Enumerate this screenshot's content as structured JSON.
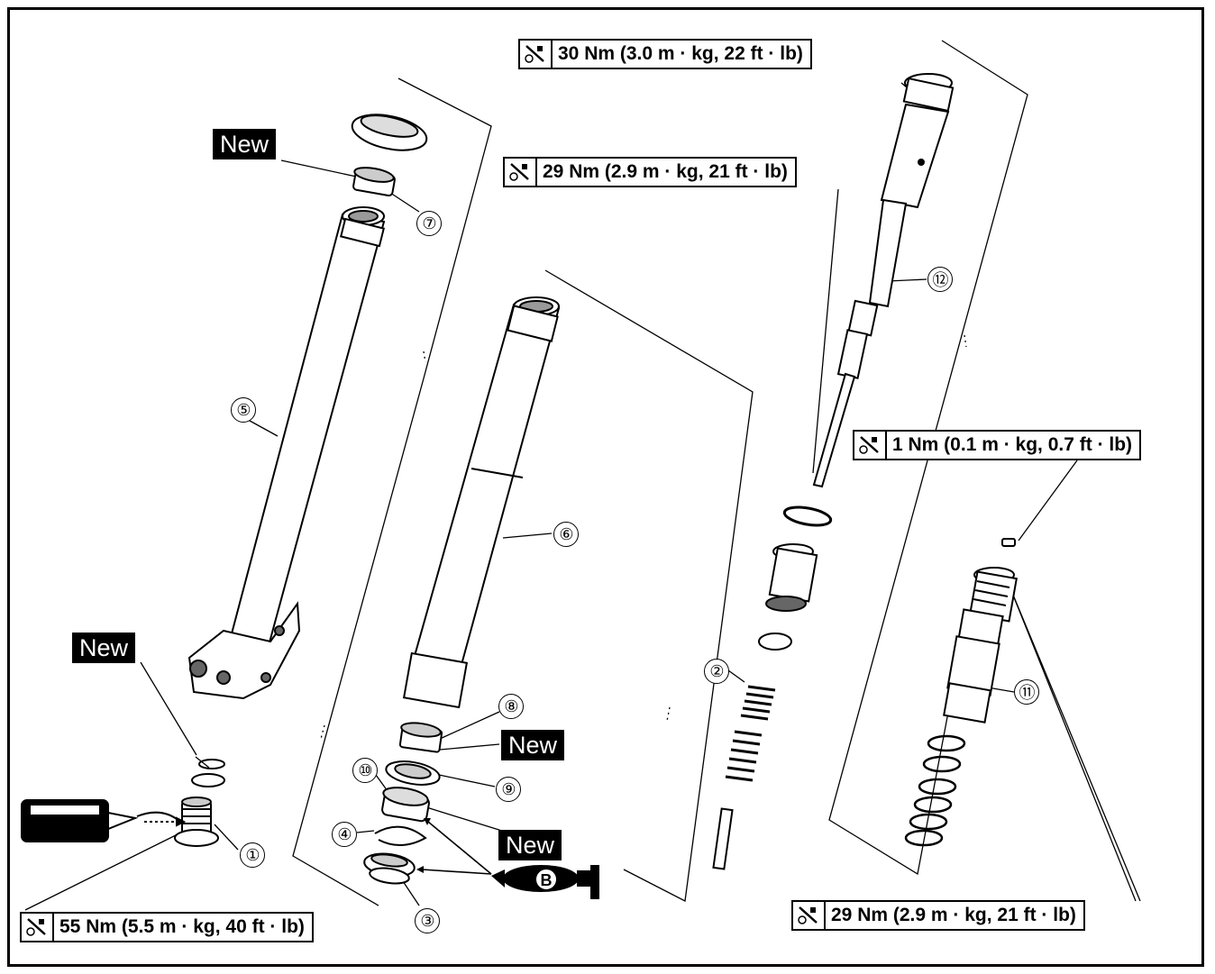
{
  "torque_specs": [
    {
      "id": "t1",
      "value": "30 Nm (3.0 m · kg, 22 ft · lb)"
    },
    {
      "id": "t2",
      "value": "29 Nm (2.9 m · kg, 21 ft · lb)"
    },
    {
      "id": "t3",
      "value": "1 Nm (0.1 m · kg, 0.7 ft · lb)"
    },
    {
      "id": "t4",
      "value": "55 Nm (5.5 m · kg, 40 ft · lb)"
    },
    {
      "id": "t5",
      "value": "29 Nm (2.9 m · kg, 21 ft · lb)"
    }
  ],
  "new_tags": [
    "New",
    "New",
    "New",
    "New"
  ],
  "callouts": [
    "①",
    "②",
    "③",
    "④",
    "⑤",
    "⑥",
    "⑦",
    "⑧",
    "⑨",
    "⑩",
    "⑪",
    "⑫"
  ],
  "lubricant_symbol": "B"
}
